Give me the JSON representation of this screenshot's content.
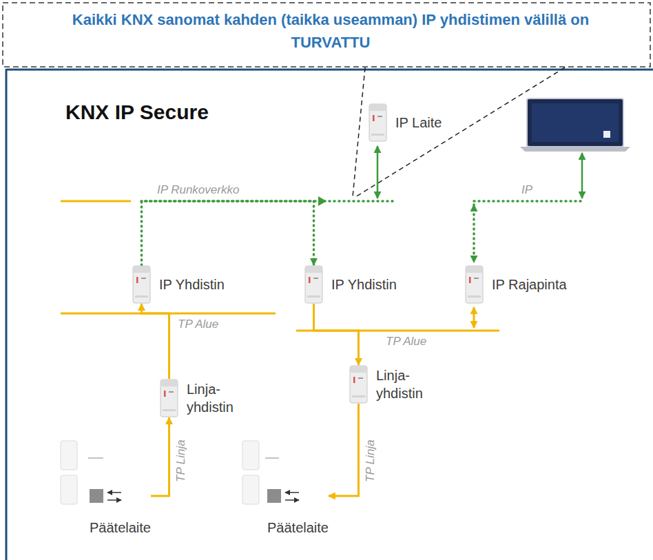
{
  "diagram": {
    "title": "KNX IP Secure",
    "nodes": [
      {
        "text": [
          "IP Laite"
        ]
      },
      {
        "text": [
          "IP Yhdistin"
        ]
      },
      {
        "text": [
          "IP Yhdistin"
        ]
      },
      {
        "text": [
          "IP Rajapinta"
        ]
      },
      {
        "text": [
          "Linja- yhdistin"
        ]
      },
      {
        "text": [
          "Linja- yhdistin"
        ]
      },
      {
        "text": [
          "Päätelaite"
        ]
      },
      {
        "text": [
          "Päätelaite"
        ]
      }
    ],
    "edges": [
      {
        "from": 6,
        "to": 4,
        "arrow": "to"
      },
      {
        "from": 4,
        "to": 1,
        "arrow": "to"
      },
      {
        "from": 1,
        "to": 2,
        "arrow": "to"
      },
      {
        "from": 2,
        "to": 5,
        "arrow": "to"
      },
      {
        "from": 5,
        "to": 7,
        "arrow": "to"
      }
    ],
    "labels": [
      "Kaikki KNX sanomat kahden (taikka useamman) IP yhdistimen välillä on TURVATTU",
      "IP Runkoverkko",
      "IP",
      "TP Alue",
      "TP Alue",
      "TP Linja",
      "TP Linja"
    ]
  }
}
